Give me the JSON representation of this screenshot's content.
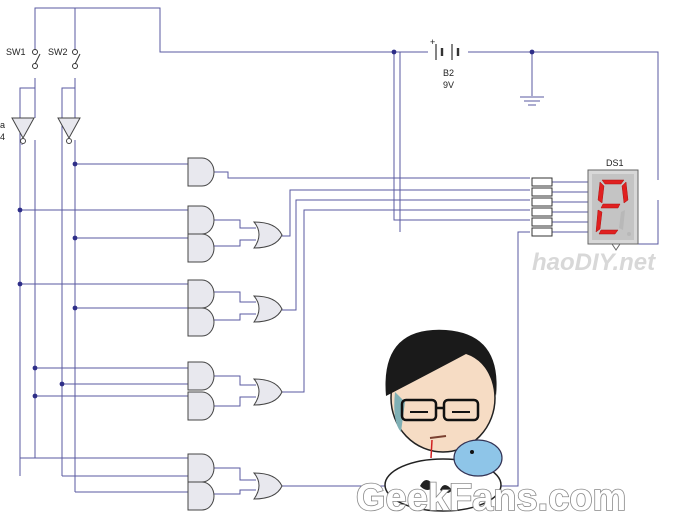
{
  "switches": [
    {
      "label": "SW1"
    },
    {
      "label": "SW2"
    }
  ],
  "battery": {
    "name": "B2",
    "value": "9V"
  },
  "display": {
    "name": "DS1",
    "digit_color": "#e02020"
  },
  "partial_labels": {
    "left_a": "a",
    "left_4": "4"
  },
  "watermarks": {
    "small": "haoDIY.net",
    "large": "GeekFans.com"
  },
  "colors": {
    "wire": "#5a5aa0",
    "junction": "#2e2e88",
    "gate_fill": "#e8e8ee"
  }
}
